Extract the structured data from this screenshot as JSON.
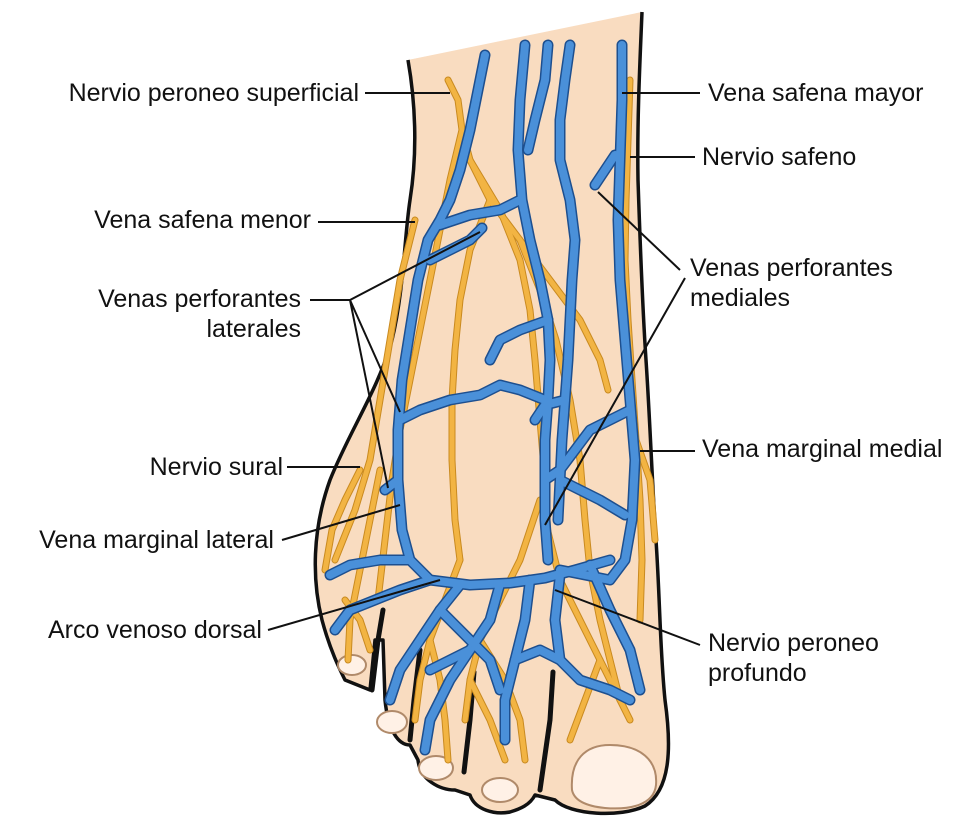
{
  "colors": {
    "vein": "#4a90d9",
    "nerve": "#f2b443",
    "skin": "#f9dcc0"
  },
  "labels": {
    "nervio_peroneo_superficial": "Nervio peroneo superficial",
    "vena_safena_mayor": "Vena safena mayor",
    "nervio_safeno": "Nervio safeno",
    "vena_safena_menor": "Vena safena menor",
    "venas_perforantes_mediales_1": "Venas perforantes",
    "venas_perforantes_mediales_2": "mediales",
    "venas_perforantes_laterales_1": "Venas perforantes",
    "venas_perforantes_laterales_2": "laterales",
    "nervio_sural": "Nervio sural",
    "vena_marginal_medial": "Vena marginal medial",
    "vena_marginal_lateral": "Vena marginal lateral",
    "arco_venoso_dorsal": "Arco venoso dorsal",
    "nervio_peroneo_profundo_1": "Nervio peroneo",
    "nervio_peroneo_profundo_2": "profundo"
  }
}
